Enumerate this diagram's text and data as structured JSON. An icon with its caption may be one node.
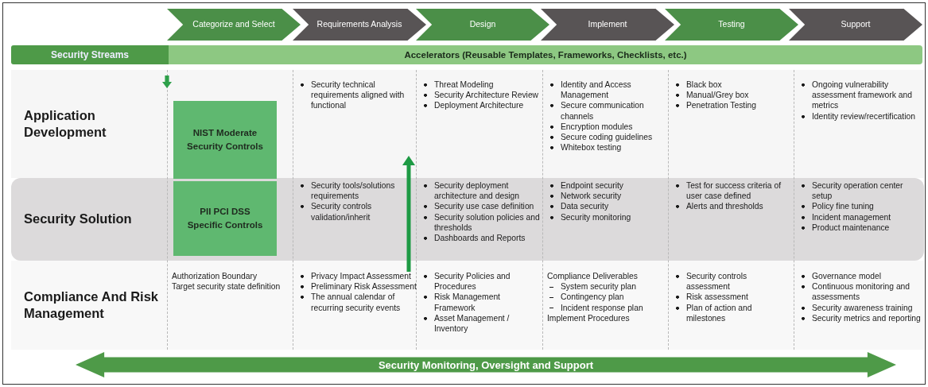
{
  "diagram": {
    "nodes": [
      {
        "text": [
          "Categorize and Select"
        ]
      },
      {
        "text": [
          "Requirements Analysis"
        ]
      },
      {
        "text": [
          "Design"
        ]
      },
      {
        "text": [
          "Implement"
        ]
      },
      {
        "text": [
          "Testing"
        ]
      },
      {
        "text": [
          "Support"
        ]
      },
      {
        "text": [
          "Security Streams"
        ]
      },
      {
        "text": [
          "Accelerators (Reusable Templates, Frameworks, Checklists, etc.)"
        ]
      },
      {
        "text": [
          "NIST Moderate Security Controls"
        ]
      },
      {
        "text": [
          "PII PCI DSS Specific Controls"
        ]
      },
      {
        "text": [
          "Security Monitoring, Oversight and Support"
        ]
      }
    ],
    "edges": [],
    "labels": [
      "Application Development",
      "Security technical requirements aligned with functional",
      "Threat Modeling",
      "Security Architecture Review",
      "Deployment Architecture",
      "Identity and Access Management",
      "Secure communication channels",
      "Encryption modules",
      "Secure coding guidelines",
      "Whitebox testing",
      "Black box",
      "Manual/Grey box",
      "Penetration Testing",
      "Ongoing vulnerability assessment framework and metrics",
      "Identity review/recertification",
      "Security Solution",
      "Security tools/solutions requirements",
      "Security controls validation/inherit",
      "Security deployment architecture and design",
      "Security use case definition",
      "Security solution policies and thresholds",
      "Dashboards and Reports",
      "Endpoint security",
      "Network security",
      "Data security",
      "Security monitoring",
      "Test for success criteria of user case defined",
      "Alerts and thresholds",
      "Security operation center setup",
      "Policy fine tuning",
      "Incident management",
      "Product maintenance",
      "Compliance And Risk Management",
      "Authorization Boundary",
      "Target security state definition",
      "Privacy Impact Assessment",
      "Preliminary Risk Assessment",
      "The annual calendar of recurring security events",
      "Security Policies and Procedures",
      "Risk Management Framework",
      "Asset Management / Inventory",
      "Compliance Deliverables",
      "System security plan",
      "Contingency plan",
      "Incident response plan",
      "Implement Procedures",
      "Security controls assessment",
      "Risk assessment",
      "Plan of action and milestones",
      "Governance model",
      "Continuous monitoring and assessments",
      "Security awareness training",
      "Security metrics and reporting"
    ]
  }
}
